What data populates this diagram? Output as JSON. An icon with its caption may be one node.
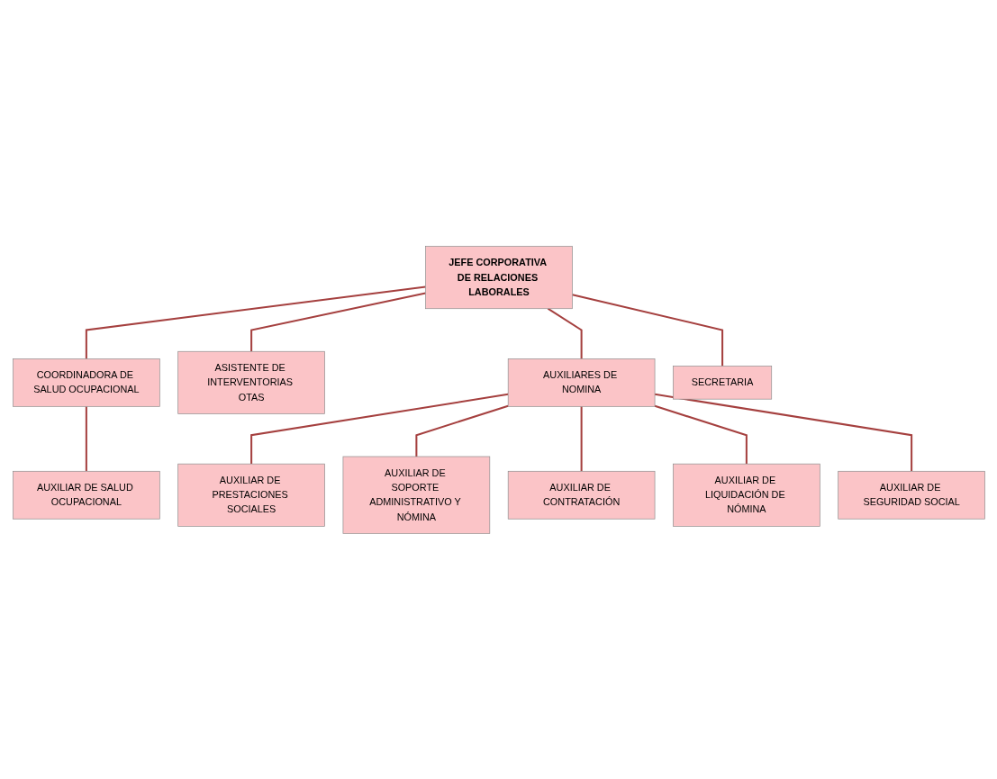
{
  "diagram": {
    "nodes": [
      {
        "text": [
          "JEFE CORPORATIVA DE RELACIONES LABORALES"
        ]
      },
      {
        "text": [
          "COORDINADORA DE SALUD OCUPACIONAL"
        ]
      },
      {
        "text": [
          "ASISTENTE DE INTERVENTORIAS OTAS"
        ]
      },
      {
        "text": [
          "AUXILIAR DE SALUD OCUPACIONAL"
        ]
      },
      {
        "text": [
          "AUXILIARES DE NOMINA"
        ]
      },
      {
        "text": [
          "SECRETARIA"
        ]
      },
      {
        "text": [
          "AUXILIAR DE PRESTACIONES SOCIALES"
        ]
      },
      {
        "text": [
          "AUXILIAR DE SOPORTE ADMINISTRATIVO Y NÓMINA"
        ]
      },
      {
        "text": [
          "AUXILIAR DE CONTRATACIÓN"
        ]
      },
      {
        "text": [
          "AUXILIAR DE LIQUIDACIÓN DE NÓMINA"
        ]
      },
      {
        "text": [
          "AUXILIAR DE SEGURIDAD SOCIAL"
        ]
      }
    ],
    "edges": [
      {
        "from": 0,
        "to": 1,
        "arrow": "none"
      },
      {
        "from": 0,
        "to": 2,
        "arrow": "none"
      },
      {
        "from": 1,
        "to": 3,
        "arrow": "none"
      },
      {
        "from": 0,
        "to": 4,
        "arrow": "none"
      },
      {
        "from": 0,
        "to": 5,
        "arrow": "none"
      },
      {
        "from": 4,
        "to": 6,
        "arrow": "none"
      },
      {
        "from": 4,
        "to": 7,
        "arrow": "none"
      },
      {
        "from": 4,
        "to": 8,
        "arrow": "none"
      },
      {
        "from": 4,
        "to": 9,
        "arrow": "none"
      },
      {
        "from": 4,
        "to": 10,
        "arrow": "none"
      }
    ]
  }
}
